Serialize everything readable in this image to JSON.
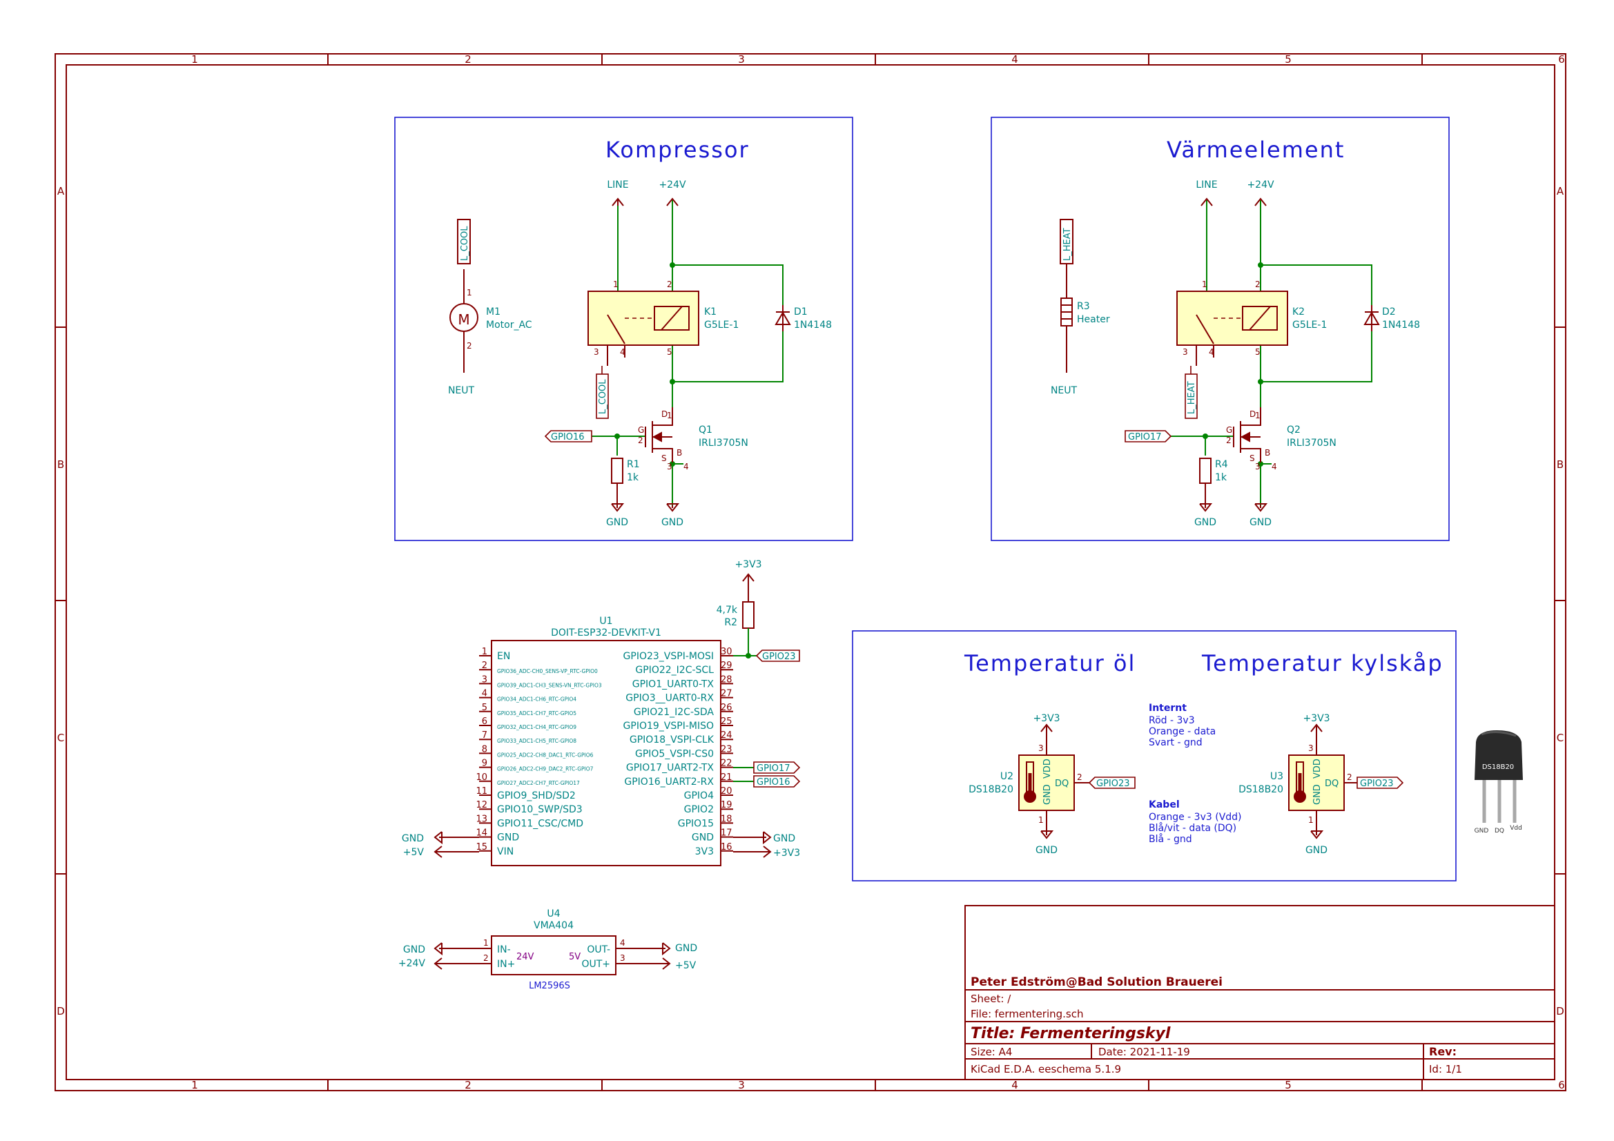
{
  "frame": {
    "columns": [
      "1",
      "2",
      "3",
      "4",
      "5",
      "6"
    ],
    "rows": [
      "A",
      "B",
      "C",
      "D"
    ]
  },
  "colors": {
    "frame": "#840000",
    "wire": "#008400",
    "text": "#008484",
    "sheet_box": "#1a1ad0",
    "body_fill": "#ffffc2",
    "power": "#840000"
  },
  "sections": {
    "kompressor": "Kompressor",
    "varmeelement": "Värmeelement",
    "temp_ol": "Temperatur öl",
    "temp_kylskap": "Temperatur kylskåp"
  },
  "kompressor": {
    "line": "LINE",
    "p24": "+24V",
    "l_cool_top": "L_COOL",
    "l_cool_bot": "L_COOL",
    "neut": "NEUT",
    "m1_ref": "M1",
    "m1_val": "Motor_AC",
    "k1_ref": "K1",
    "k1_val": "G5LE-1",
    "d1_ref": "D1",
    "d1_val": "1N4148",
    "q1_ref": "Q1",
    "q1_val": "IRLI3705N",
    "r1_ref": "R1",
    "r1_val": "1k",
    "gpio": "GPIO16",
    "gnd1": "GND",
    "gnd2": "GND",
    "pin1": "1",
    "pin2": "2",
    "pin3": "3",
    "pin4": "4",
    "pin5": "5",
    "m_pin1": "1",
    "m_pin2": "2",
    "q_d": "D",
    "q_g": "G",
    "q_s": "S",
    "q_b": "B",
    "q_p1": "1",
    "q_p2": "2",
    "q_p3": "3",
    "q_p4": "4"
  },
  "varme": {
    "line": "LINE",
    "p24": "+24V",
    "l_heat_top": "L_HEAT",
    "l_heat_bot": "L_HEAT",
    "neut": "NEUT",
    "r3_ref": "R3",
    "r3_val": "Heater",
    "k2_ref": "K2",
    "k2_val": "G5LE-1",
    "d2_ref": "D2",
    "d2_val": "1N4148",
    "q2_ref": "Q2",
    "q2_val": "IRLI3705N",
    "r4_ref": "R4",
    "r4_val": "1k",
    "gpio": "GPIO17",
    "gnd1": "GND",
    "gnd2": "GND",
    "pin1": "1",
    "pin2": "2",
    "pin3": "3",
    "pin4": "4",
    "pin5": "5",
    "q_d": "D",
    "q_g": "G",
    "q_s": "S",
    "q_b": "B",
    "q_p1": "1",
    "q_p2": "2",
    "q_p3": "3",
    "q_p4": "4"
  },
  "esp32": {
    "ref": "U1",
    "value": "DOIT-ESP32-DEVKIT-V1",
    "r2_ref": "R2",
    "r2_val": "4,7k",
    "p3v3_top": "+3V3",
    "gpio23_label": "GPIO23",
    "gpio17_label": "GPIO17",
    "gpio16_label": "GPIO16",
    "gnd_left": "GND",
    "p5v_left": "+5V",
    "gnd_right": "GND",
    "p3v3_right": "+3V3",
    "left_pins": [
      {
        "num": "1",
        "name": "EN"
      },
      {
        "num": "2",
        "name": "GPIO36_ADC-CH0_SENS-VP_RTC-GPIO0"
      },
      {
        "num": "3",
        "name": "GPIO39_ADC1-CH3_SENS-VN_RTC-GPIO3"
      },
      {
        "num": "4",
        "name": "GPIO34_ADC1-CH6_RTC-GPIO4"
      },
      {
        "num": "5",
        "name": "GPIO35_ADC1-CH7_RTC-GPIO5"
      },
      {
        "num": "6",
        "name": "GPIO32_ADC1-CH4_RTC-GPIO9"
      },
      {
        "num": "7",
        "name": "GPIO33_ADC1-CH5_RTC-GPIO8"
      },
      {
        "num": "8",
        "name": "GPIO25_ADC2-CH8_DAC1_RTC-GPIO6"
      },
      {
        "num": "9",
        "name": "GPIO26_ADC2-CH9_DAC2_RTC-GPIO7"
      },
      {
        "num": "10",
        "name": "GPIO27_ADC2-CH7_RTC-GPIO17"
      },
      {
        "num": "11",
        "name": "GPIO9_SHD/SD2"
      },
      {
        "num": "12",
        "name": "GPIO10_SWP/SD3"
      },
      {
        "num": "13",
        "name": "GPIO11_CSC/CMD"
      },
      {
        "num": "14",
        "name": "GND"
      },
      {
        "num": "15",
        "name": "VIN"
      }
    ],
    "right_pins": [
      {
        "num": "30",
        "name": "GPIO23_VSPI-MOSI"
      },
      {
        "num": "29",
        "name": "GPIO22_I2C-SCL"
      },
      {
        "num": "28",
        "name": "GPIO1_UART0-TX"
      },
      {
        "num": "27",
        "name": "GPIO3__UART0-RX"
      },
      {
        "num": "26",
        "name": "GPIO21_I2C-SDA"
      },
      {
        "num": "25",
        "name": "GPIO19_VSPI-MISO"
      },
      {
        "num": "24",
        "name": "GPIO18_VSPI-CLK"
      },
      {
        "num": "23",
        "name": "GPIO5_VSPI-CS0"
      },
      {
        "num": "22",
        "name": "GPIO17_UART2-TX"
      },
      {
        "num": "21",
        "name": "GPIO16_UART2-RX"
      },
      {
        "num": "20",
        "name": "GPIO4"
      },
      {
        "num": "19",
        "name": "GPIO2"
      },
      {
        "num": "18",
        "name": "GPIO15"
      },
      {
        "num": "17",
        "name": "GND"
      },
      {
        "num": "16",
        "name": "3V3"
      }
    ]
  },
  "vma": {
    "ref": "U4",
    "value": "VMA404",
    "in_minus": "IN-",
    "in_plus": "IN+",
    "out_minus": "OUT-",
    "out_plus": "OUT+",
    "v24": "24V",
    "v5": "5V",
    "bottom": "LM2596S",
    "gnd_left": "GND",
    "p24_left": "+24V",
    "gnd_right": "GND",
    "p5_right": "+5V",
    "pin1": "1",
    "pin2": "2",
    "pin3": "3",
    "pin4": "4"
  },
  "temp": {
    "u2_ref": "U2",
    "u2_val": "DS18B20",
    "u3_ref": "U3",
    "u3_val": "DS18B20",
    "p3v3_a": "+3V3",
    "p3v3_b": "+3V3",
    "gnd_a": "GND",
    "gnd_b": "GND",
    "gpio23_a": "GPIO23",
    "gpio23_b": "GPIO23",
    "vdd": "VDD",
    "gnd_pin": "GND",
    "dq": "DQ",
    "pin1": "1",
    "pin2": "2",
    "pin3": "3",
    "notes": {
      "internt_title": "Internt",
      "internt_lines": [
        "Röd - 3v3",
        "Orange - data",
        "Svart - gnd"
      ],
      "kabel_title": "Kabel",
      "kabel_lines": [
        "Orange - 3v3 (Vdd)",
        "Blå/vit - data (DQ)",
        "Blå - gnd"
      ]
    },
    "photo": {
      "marking": "DS18B20",
      "leg1": "GND",
      "leg2": "DQ",
      "leg3": "Vdd"
    }
  },
  "title_block": {
    "company": "Peter Edström@Bad Solution Brauerei",
    "sheet": "Sheet: /",
    "file": "File: fermentering.sch",
    "title": "Title: Fermenteringskyl",
    "size": "Size: A4",
    "date": "Date: 2021-11-19",
    "rev": "Rev:",
    "tool": "KiCad E.D.A.  eeschema 5.1.9",
    "id": "Id: 1/1"
  }
}
